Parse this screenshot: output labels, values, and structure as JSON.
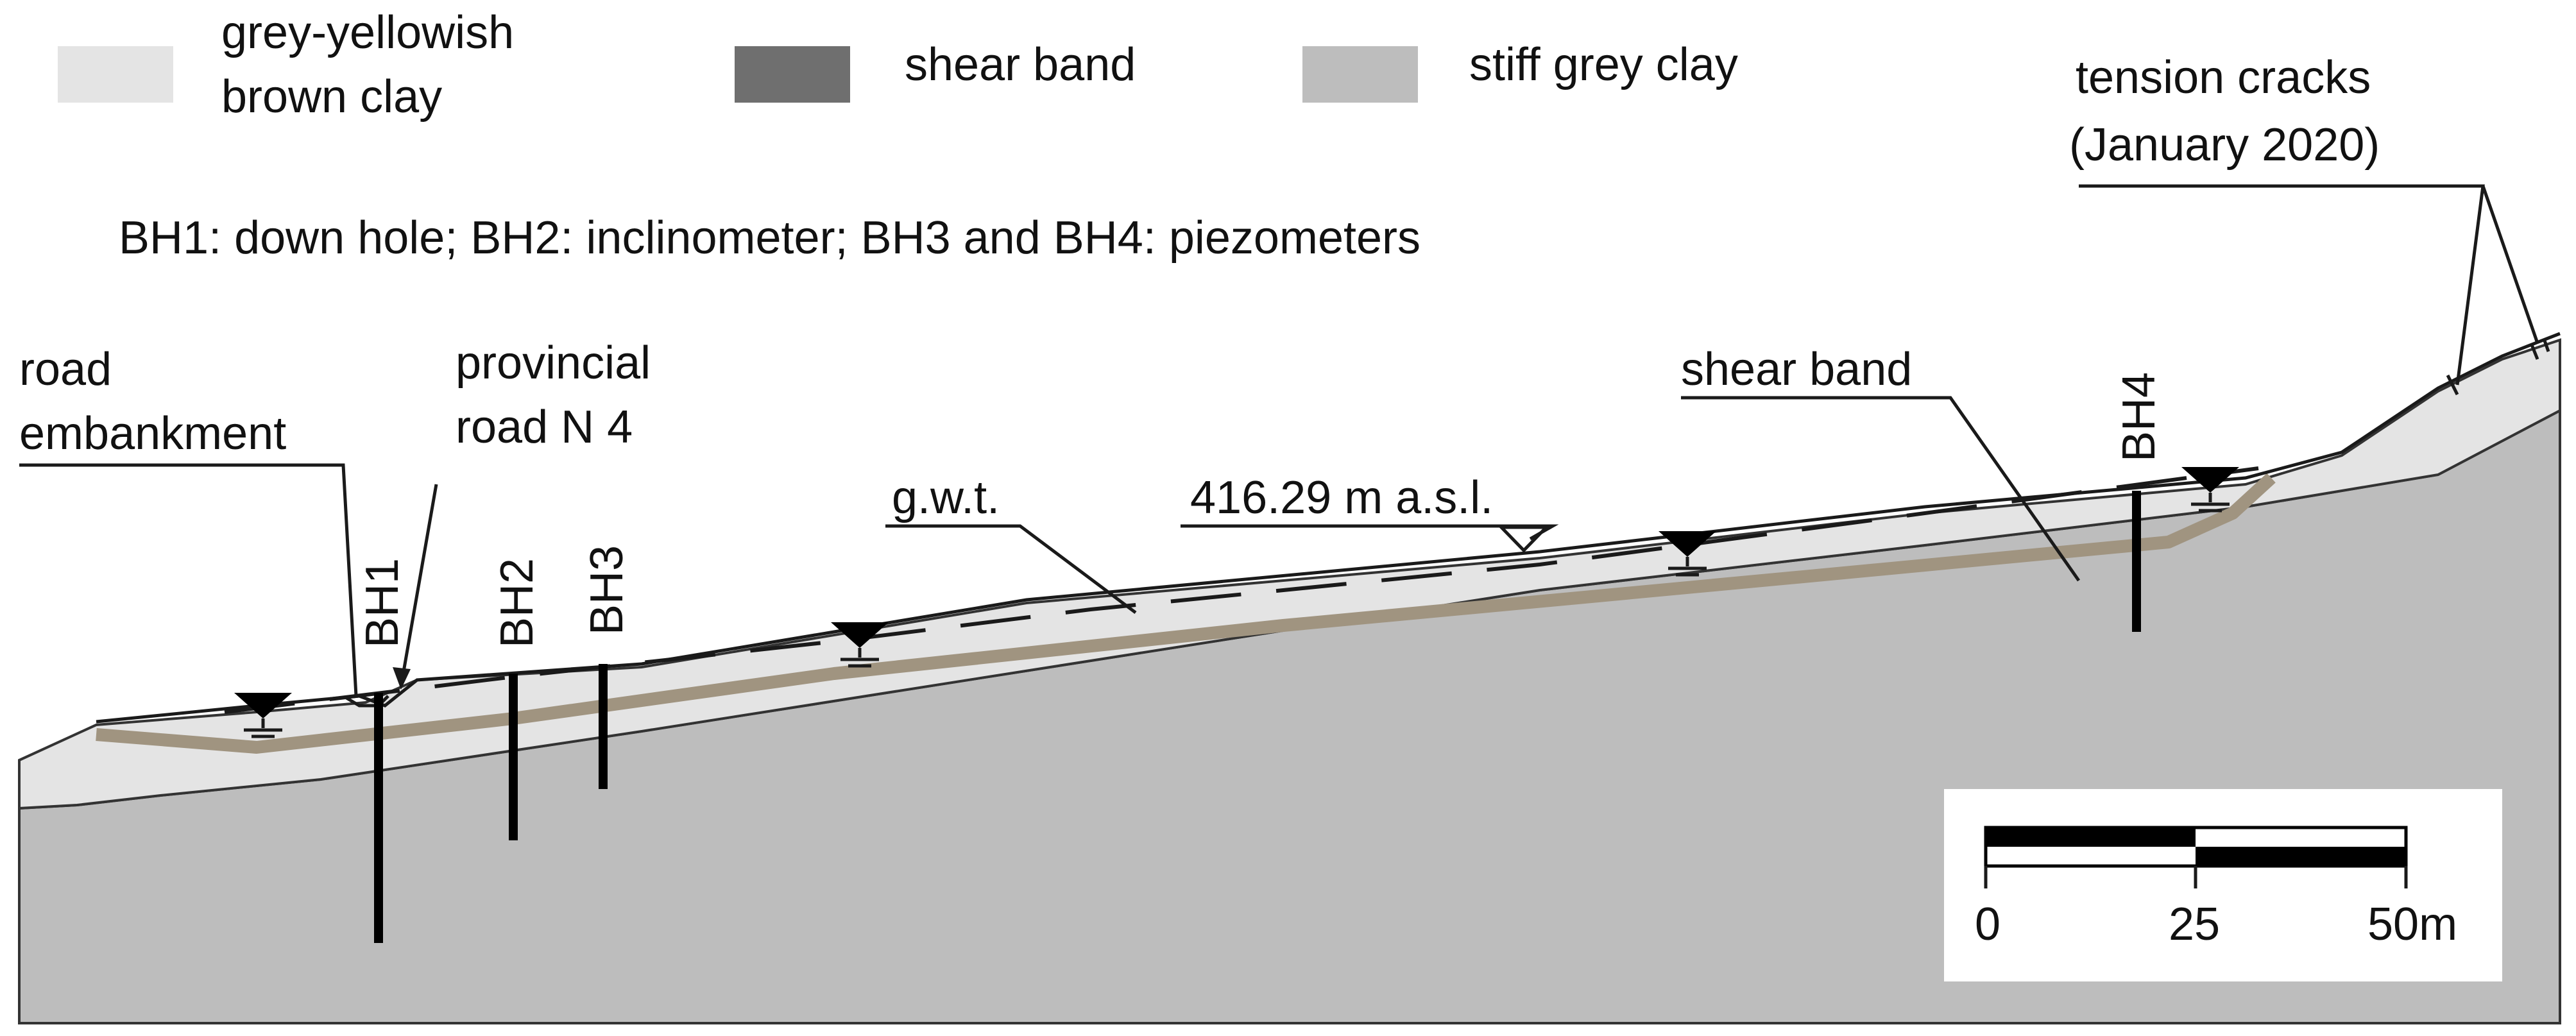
{
  "legend": {
    "items": [
      {
        "label_line1": "grey-yellowish",
        "label_line2": "brown clay",
        "color": "#e4e4e4"
      },
      {
        "label_line1": "shear band",
        "color": "#6f6f6f"
      },
      {
        "label_line1": "stiff grey clay",
        "color": "#bdbdbd"
      }
    ]
  },
  "note": "BH1: down hole; BH2: inclinometer; BH3 and BH4: piezometers",
  "annotations": {
    "tension_cracks_line1": "tension cracks",
    "tension_cracks_line2": "(January 2020)",
    "road_embankment_line1": "road",
    "road_embankment_line2": "embankment",
    "provincial_road_line1": "provincial",
    "provincial_road_line2": "road N 4",
    "shear_band": "shear band",
    "gwt": "g.w.t.",
    "elevation": "416.29 m a.s.l."
  },
  "boreholes": [
    "BH1",
    "BH2",
    "BH3",
    "BH4"
  ],
  "scale_bar": {
    "ticks": [
      "0",
      "25",
      "50m"
    ]
  },
  "colors": {
    "stiff_clay": "#bdbdbd",
    "brown_clay": "#e4e4e4",
    "shear_band": "#a09480"
  }
}
